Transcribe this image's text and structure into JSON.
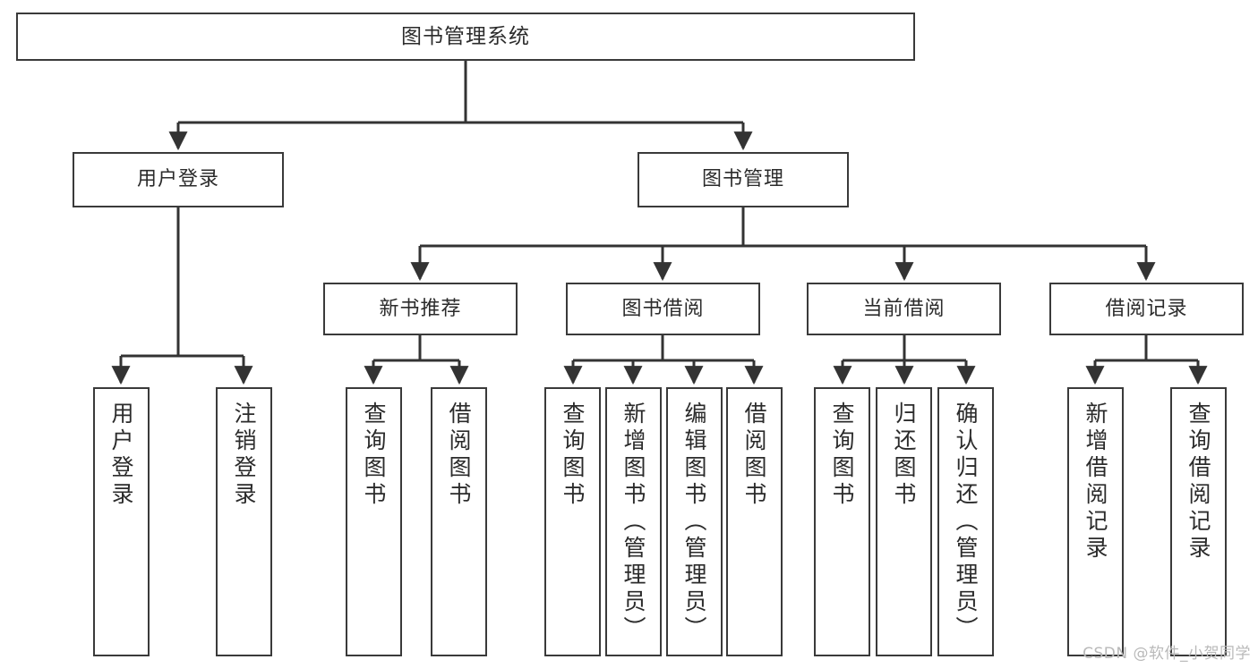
{
  "diagram": {
    "type": "tree",
    "title": "图书管理系统",
    "watermark": "CSDN @软件_小贺同学",
    "colors": {
      "box_border": "#3a3a3a",
      "box_fill": "#ffffff",
      "connector": "#333333",
      "text": "#2b2b2b",
      "watermark": "#b9b9b9",
      "background": "#ffffff"
    },
    "root": {
      "label": "图书管理系统"
    },
    "level2": [
      {
        "label": "用户登录"
      },
      {
        "label": "图书管理"
      }
    ],
    "level3": [
      {
        "label": "新书推荐"
      },
      {
        "label": "图书借阅"
      },
      {
        "label": "当前借阅"
      },
      {
        "label": "借阅记录"
      }
    ],
    "leaves": {
      "user_login": [
        {
          "label": "用户登录"
        },
        {
          "label": "注销登录"
        }
      ],
      "new_book_recommend": [
        {
          "label": "查询图书"
        },
        {
          "label": "借阅图书"
        }
      ],
      "book_borrow": [
        {
          "label": "查询图书"
        },
        {
          "label": "新增图书（管理员）"
        },
        {
          "label": "编辑图书（管理员）"
        },
        {
          "label": "借阅图书"
        }
      ],
      "current_borrow": [
        {
          "label": "查询图书"
        },
        {
          "label": "归还图书"
        },
        {
          "label": "确认归还（管理员）"
        }
      ],
      "borrow_record": [
        {
          "label": "新增借阅记录"
        },
        {
          "label": "查询借阅记录"
        }
      ]
    }
  }
}
